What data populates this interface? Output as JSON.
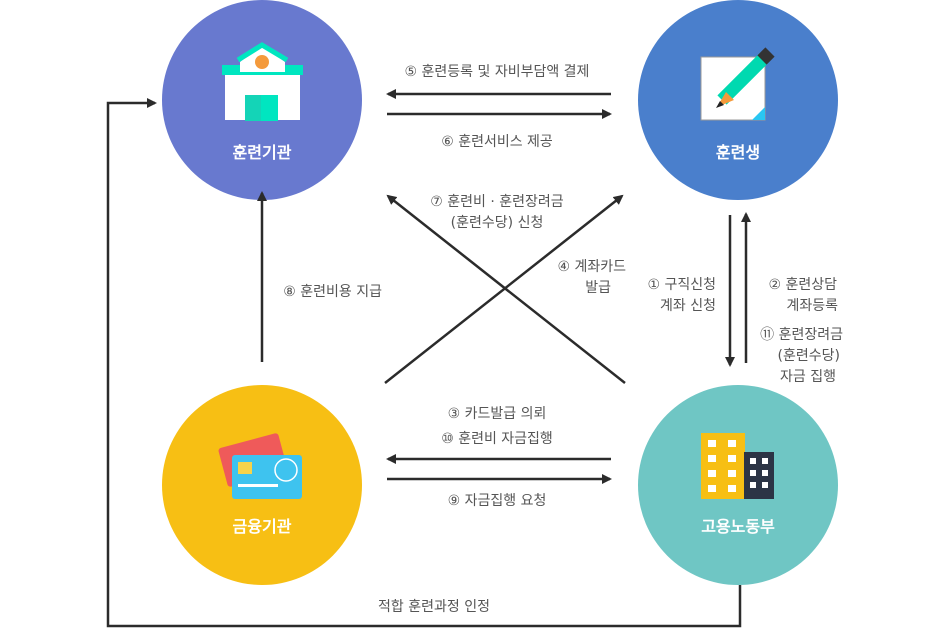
{
  "nodes": {
    "institution": {
      "label": "훈련기관",
      "color": "#6879cf",
      "icon": "school-building-icon"
    },
    "trainee": {
      "label": "훈련생",
      "color": "#4a7fcc",
      "icon": "pencil-paper-icon"
    },
    "bank": {
      "label": "금융기관",
      "color": "#f7bf14",
      "icon": "credit-card-icon"
    },
    "ministry": {
      "label": "고용노동부",
      "color": "#6fc6c4",
      "icon": "office-buildings-icon"
    }
  },
  "flows": {
    "f5": "⑤ 훈련등록 및 자비부담액 결제",
    "f6": "⑥ 훈련서비스 제공",
    "f7": [
      "⑦ 훈련비 · 훈련장려금",
      "(훈련수당) 신청"
    ],
    "f4": [
      "④ 계좌카드",
      "발급"
    ],
    "f8": "⑧ 훈련비용 지급",
    "f1": [
      "① 구직신청",
      "계좌 신청"
    ],
    "f2": [
      "② 훈련상담",
      "계좌등록"
    ],
    "f11": [
      "⑪ 훈련장려금",
      "(훈련수당)",
      "자금 집행"
    ],
    "f3": "③ 카드발급 의뢰",
    "f10": "⑩ 훈련비 자금집행",
    "f9": "⑨ 자금집행 요청",
    "approve": "적합 훈련과정 인정"
  }
}
